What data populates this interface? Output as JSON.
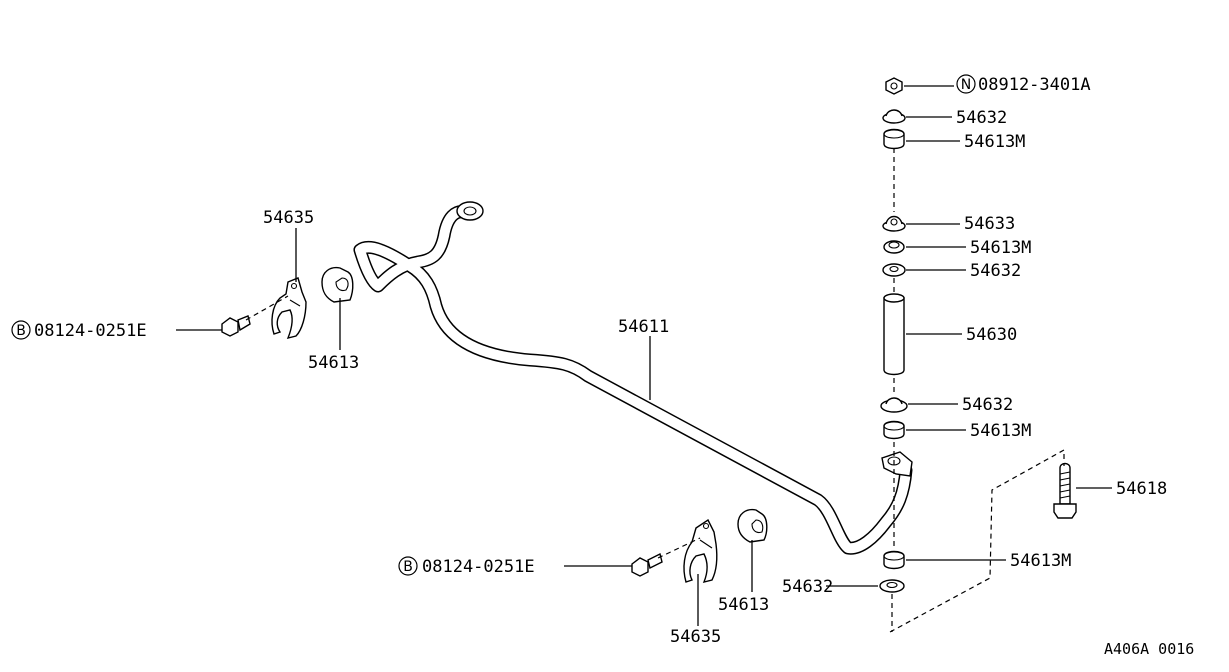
{
  "labels": {
    "nut_number": "08912-3401A",
    "nut_prefix": "N",
    "bolt_prefix": "B",
    "bolt_left": "08124-0251E",
    "bolt_lower": "08124-0251E",
    "bracket_upper": "54635",
    "bracket_lower": "54635",
    "bushing_left": "54613",
    "bushing_lower": "54613",
    "stabilizer_bar": "54611",
    "washer_top": "54632",
    "bushing_top": "54613M",
    "washer_mid1": "54633",
    "bushing_mid1": "54613M",
    "washer_mid2": "54632",
    "spacer": "54630",
    "washer_mid3": "54632",
    "bushing_mid2": "54613M",
    "bolt_long": "54618",
    "bushing_bottom": "54613M",
    "washer_bottom": "54632",
    "figure_code": "A406A 0016"
  }
}
